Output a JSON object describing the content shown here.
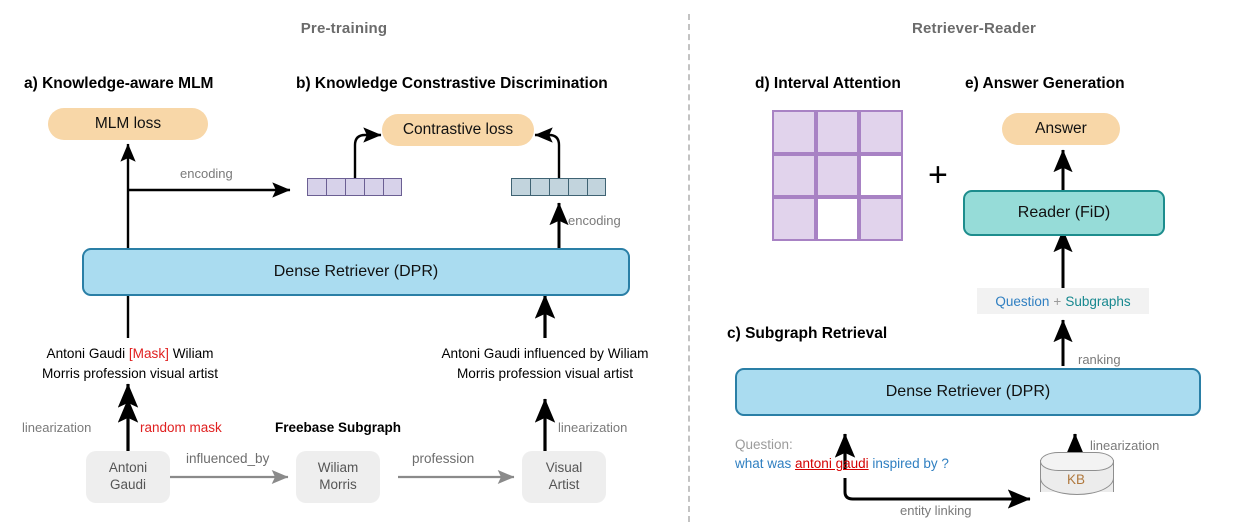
{
  "figure": {
    "sections": [
      {
        "id": "pretraining",
        "title": "Pre-training"
      },
      {
        "id": "retriever-reader",
        "title": "Retriever-Reader"
      }
    ]
  },
  "panel_a": {
    "title": "a) Knowledge-aware MLM",
    "loss_label": "MLM loss",
    "encoding_label": "encoding",
    "sentence_line1_pre": "Antoni Gaudi ",
    "sentence_mask": "[Mask]",
    "sentence_line1_post": " Wiliam",
    "sentence_line2": "Morris profession visual artist",
    "linearization_label": "linearization",
    "random_mask_label": "random mask"
  },
  "panel_b": {
    "title": "b) Knowledge Constrastive Discrimination",
    "loss_label": "Contrastive loss",
    "encoding_label": "encoding",
    "sentence_line1": "Antoni Gaudi influenced by Wiliam",
    "sentence_line2": "Morris profession visual artist",
    "linearization_label": "linearization",
    "vector_left_cells": 5,
    "vector_right_cells": 5
  },
  "shared": {
    "retriever_label": "Dense Retriever (DPR)"
  },
  "knowledge_graph": {
    "title": "Freebase Subgraph",
    "nodes": [
      {
        "line1": "Antoni",
        "line2": "Gaudi"
      },
      {
        "line1": "Wiliam",
        "line2": "Morris"
      },
      {
        "line1": "Visual",
        "line2": "Artist"
      }
    ],
    "edges": [
      {
        "label": "influenced_by"
      },
      {
        "label": "profession"
      }
    ]
  },
  "panel_c": {
    "title": "c) Subgraph Retrieval",
    "retriever_label": "Dense Retriever (DPR)",
    "ranking_label": "ranking",
    "linearization_label": "linearization",
    "entity_linking_label": "entity linking",
    "question_label": "Question:",
    "question_pre": "what was ",
    "question_entity": "antoni gaudi",
    "question_post": " inspired by ?",
    "kb_label": "KB"
  },
  "panel_d": {
    "title": "d) Interval Attention",
    "matrix": [
      [
        1,
        1,
        1
      ],
      [
        1,
        1,
        0
      ],
      [
        1,
        0,
        1
      ]
    ],
    "plus_sign": "+"
  },
  "panel_e": {
    "title": "e) Answer Generation",
    "answer_label": "Answer",
    "reader_label": "Reader (FiD)",
    "chip_question": "Question",
    "chip_plus": "+",
    "chip_subgraphs": "Subgraphs"
  },
  "colors": {
    "loss_pill": "#f8d7a8",
    "dpr_fill": "#aadcf0",
    "dpr_border": "#2a7fa6",
    "reader_fill": "#96dcd8",
    "reader_border": "#1d8d8d",
    "vector_purple": "#d7d2ea",
    "vector_blue": "#c2d4dd",
    "matrix_fill": "#e1d3ec",
    "matrix_border": "#a882c4",
    "node_fill": "#eeeeee",
    "section_title": "#6b6b6b",
    "mask_red": "#e02020",
    "question_blue": "#2f7fc1",
    "entity_red": "#d40000"
  }
}
